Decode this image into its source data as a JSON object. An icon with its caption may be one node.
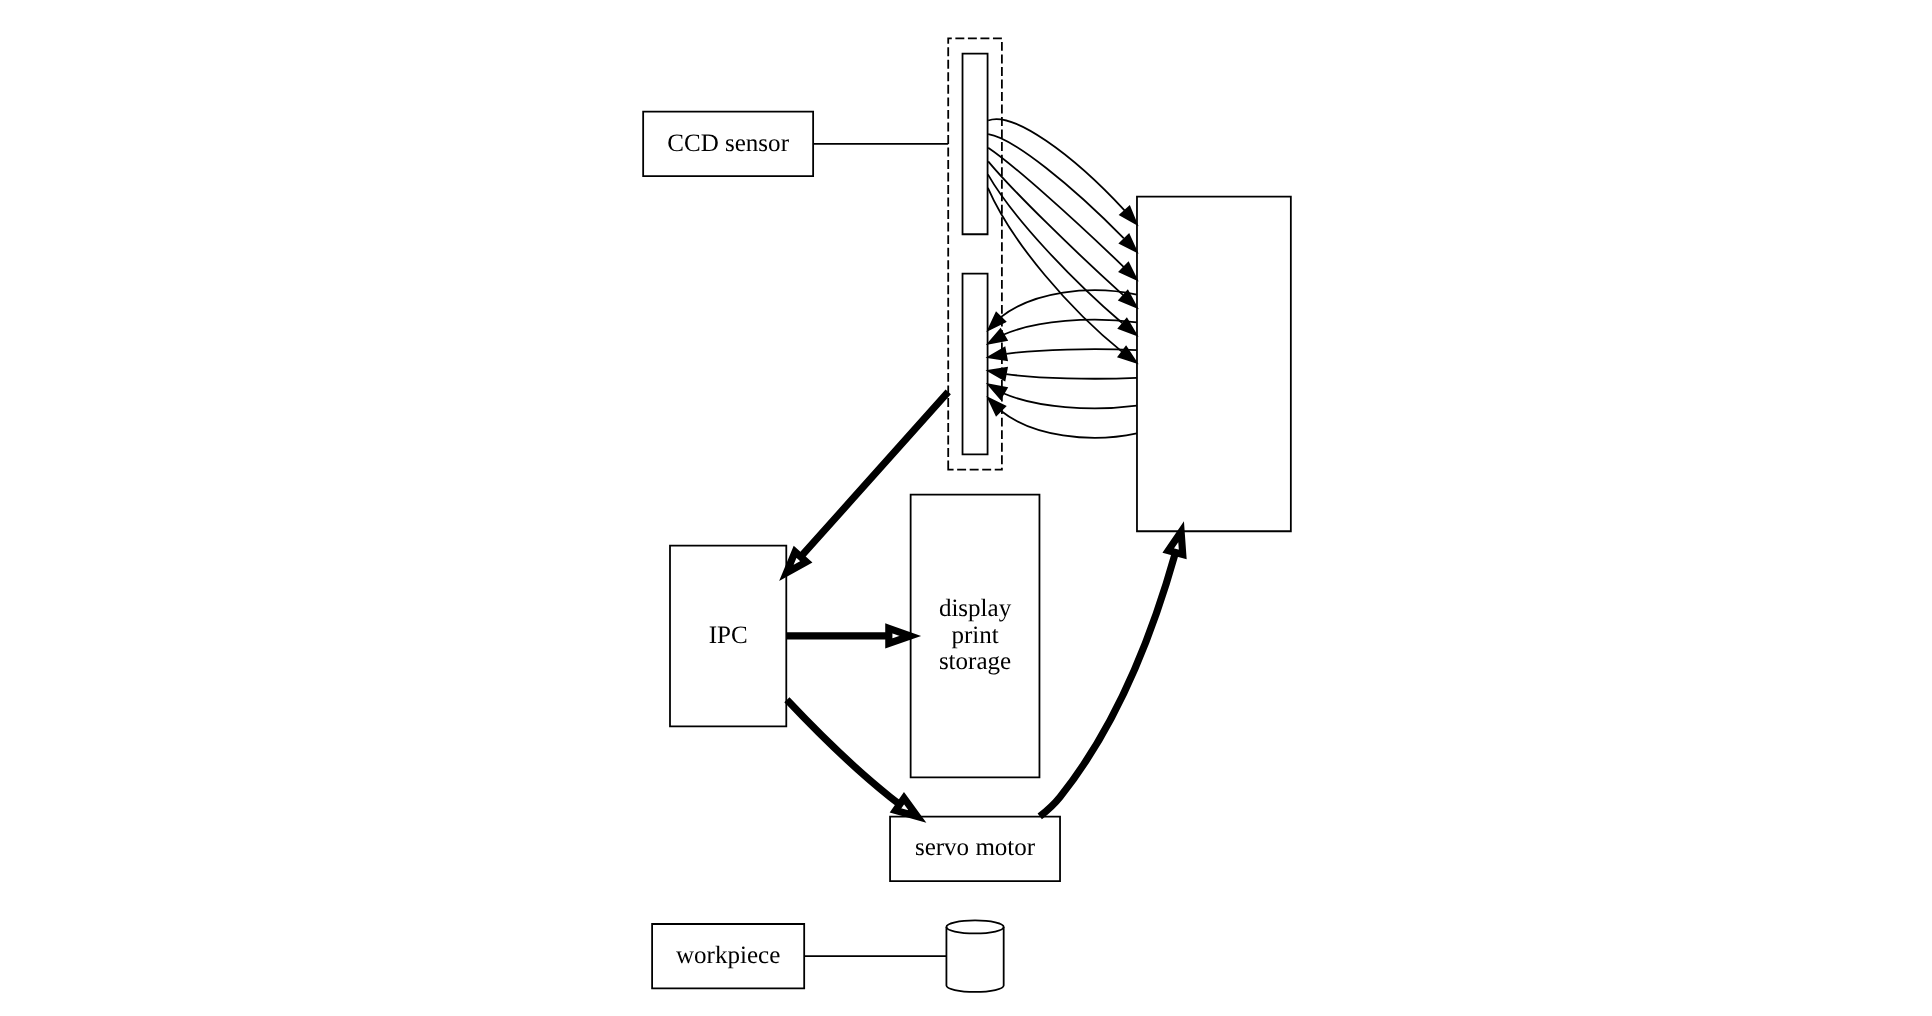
{
  "diagram": {
    "nodes": [
      {
        "text": [
          "workpiece"
        ]
      },
      {
        "text": [
          "CCD sensor"
        ]
      },
      {
        "text": [],
        "shape": "box"
      },
      {
        "text": [],
        "shape": "bar",
        "in": 2
      },
      {
        "text": [],
        "shape": "box"
      },
      {
        "text": [],
        "shape": "cylinder"
      },
      {
        "text": [],
        "shape": "bar",
        "in": 2
      },
      {
        "text": [
          "IPC"
        ]
      },
      {
        "text": [
          "display",
          "print",
          "storage"
        ]
      },
      {
        "text": [
          "servo motor"
        ]
      }
    ],
    "edges": [
      {
        "from": 0,
        "to": 5,
        "arrow": "none"
      },
      {
        "from": 1,
        "to": 2,
        "arrow": "none"
      },
      {
        "from": 3,
        "to": 4,
        "arrow": "to"
      },
      {
        "from": 3,
        "to": 4,
        "arrow": "to"
      },
      {
        "from": 3,
        "to": 4,
        "arrow": "to"
      },
      {
        "from": 3,
        "to": 4,
        "arrow": "to"
      },
      {
        "from": 3,
        "to": 4,
        "arrow": "to"
      },
      {
        "from": 3,
        "to": 4,
        "arrow": "to"
      },
      {
        "from": 4,
        "to": 6,
        "arrow": "to"
      },
      {
        "from": 4,
        "to": 6,
        "arrow": "to"
      },
      {
        "from": 4,
        "to": 6,
        "arrow": "to"
      },
      {
        "from": 4,
        "to": 6,
        "arrow": "to"
      },
      {
        "from": 4,
        "to": 6,
        "arrow": "to"
      },
      {
        "from": 4,
        "to": 6,
        "arrow": "to"
      },
      {
        "from": 2,
        "to": 7,
        "arrow": "to",
        "style": "thick"
      },
      {
        "from": 7,
        "to": 8,
        "arrow": "to",
        "style": "thick"
      },
      {
        "from": 7,
        "to": 9,
        "arrow": "to",
        "style": "thick"
      },
      {
        "from": 9,
        "to": 4,
        "arrow": "to",
        "style": "thick"
      }
    ]
  }
}
